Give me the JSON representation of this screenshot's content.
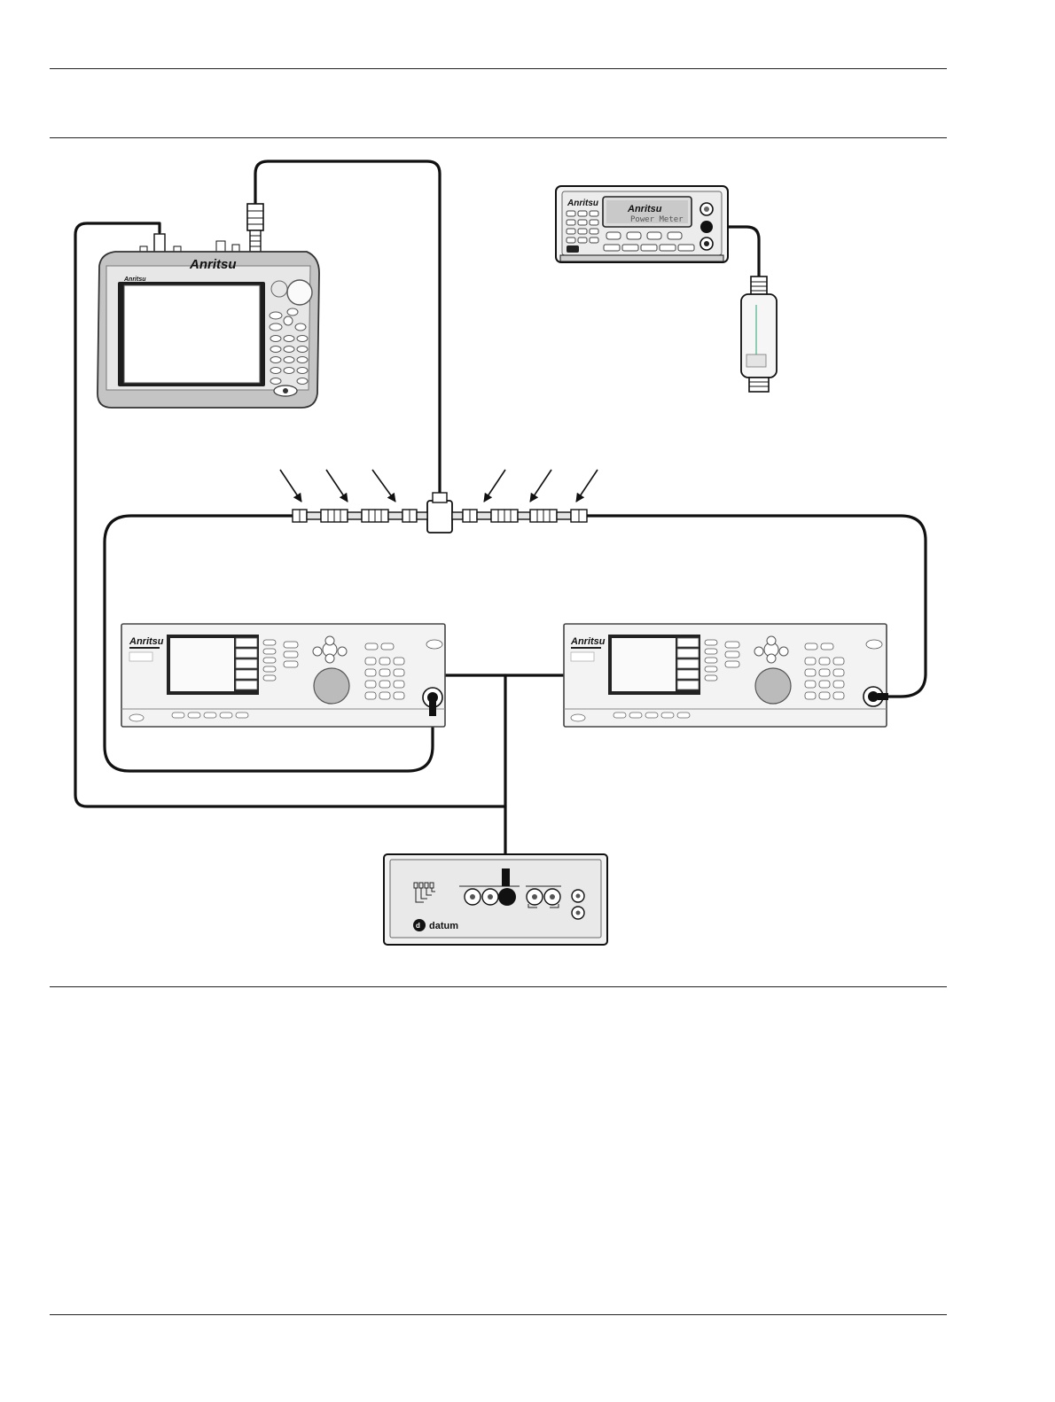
{
  "figure": {
    "instruments": {
      "handheld_analyzer": {
        "brand": "Anritsu",
        "brand_small": "Anritsu"
      },
      "power_meter": {
        "brand": "Anritsu",
        "display_text": "Power Meter"
      },
      "signal_generator_left": {
        "brand": "Anritsu"
      },
      "signal_generator_right": {
        "brand": "Anritsu"
      },
      "frequency_reference": {
        "brand": "datum"
      }
    },
    "connector_arrow_count": 6
  }
}
